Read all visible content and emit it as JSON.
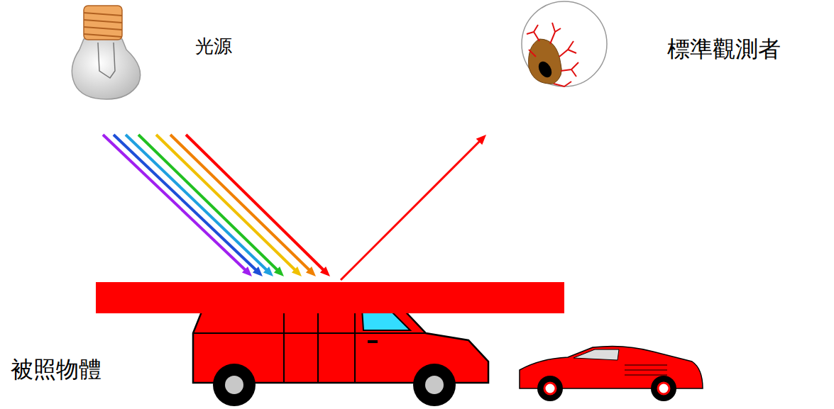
{
  "diagram": {
    "labels": [
      "光源",
      "標準觀測者",
      "被照物體"
    ]
  }
}
